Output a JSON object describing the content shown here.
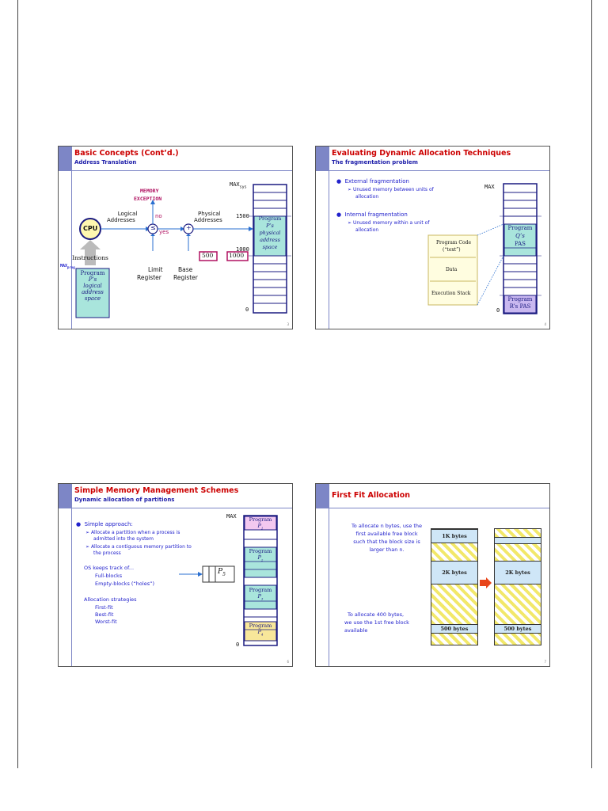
{
  "slides": {
    "s1": {
      "title": "Basic Concepts (Cont’d.)",
      "subtitle": "Address Translation",
      "memory_exception": [
        "MEMORY",
        "EXCEPTION"
      ],
      "no": "no",
      "yes": "yes",
      "cpu": "CPU",
      "logical_addresses": [
        "Logical",
        "Addresses"
      ],
      "physical_addresses": [
        "Physical",
        "Addresses"
      ],
      "compare": "≤",
      "plus": "+",
      "limit_value": "500",
      "base_value": "1000",
      "limit_label": [
        "Limit",
        "Register"
      ],
      "base_label": [
        "Base",
        "Register"
      ],
      "instructions": "Instructions",
      "max_prog": "MAX",
      "max_prog_sub": "prog",
      "prog_box": [
        "Program",
        "P’s",
        "logical",
        "address",
        "space"
      ],
      "max_sys": "MAX",
      "max_sys_sub": "sys",
      "addr_1500": "1500",
      "addr_1000": "1000",
      "addr_0": "0",
      "mem_box": [
        "Program",
        "P’s",
        "physical",
        "address",
        "space"
      ],
      "page_number": "3"
    },
    "s2": {
      "title": "Evaluating Dynamic Allocation Techniques",
      "subtitle": "The fragmentation problem",
      "bullet1": "External fragmentation",
      "bullet1_sub": [
        "Unused memory between units of",
        "allocation"
      ],
      "bullet2": "Internal fragmentation",
      "bullet2_sub": [
        "Unused memory within a unit of",
        "allocation"
      ],
      "max": "MAX",
      "zero": "0",
      "segments": [
        "Program Code",
        "(“text”)",
        "Data",
        "Execution Stack"
      ],
      "q_box": [
        "Program",
        "Q’s",
        "PAS"
      ],
      "r_box": [
        "Program",
        "R’s PAS"
      ],
      "page_number": "4"
    },
    "s3": {
      "title": "Simple Memory Management Schemes",
      "subtitle": "Dynamic allocation of partitions",
      "bullet": "Simple approach:",
      "sub1": [
        "Allocate a partition when a process is",
        "admitted into the system"
      ],
      "sub2": [
        "Allocate a contiguous memory partition to",
        "the process"
      ],
      "os_tracks": "OS keeps track of...",
      "full_blocks": "Full-blocks",
      "empty_blocks": "Empty-blocks (“holes”)",
      "strategies": "Allocation strategies",
      "first_fit": "First-fit",
      "best_fit": "Best-fit",
      "worst_fit": "Worst-fit",
      "ps_label": "P",
      "ps_sub": "5",
      "max": "MAX",
      "zero": "0",
      "prog_labels": [
        "Program",
        "Program",
        "Program",
        "Program"
      ],
      "prog_subs": [
        {
          "name": "P",
          "sub": "1"
        },
        {
          "name": "P",
          "sub": "2"
        },
        {
          "name": "P",
          "sub": "3"
        },
        {
          "name": "P",
          "sub": "4"
        }
      ],
      "page_number": "6"
    },
    "s4": {
      "title": "First Fit Allocation",
      "desc": [
        "To allocate n bytes, use the",
        "first available free block",
        "such that the block size is",
        "larger than n."
      ],
      "example": [
        "To allocate 400 bytes,",
        "we use the 1st free block",
        "available"
      ],
      "block_1k": "1K bytes",
      "block_2k_left": "2K bytes",
      "block_2k_right": "2K bytes",
      "block_500_left": "500 bytes",
      "block_500_right": "500 bytes",
      "page_number": "7"
    }
  }
}
